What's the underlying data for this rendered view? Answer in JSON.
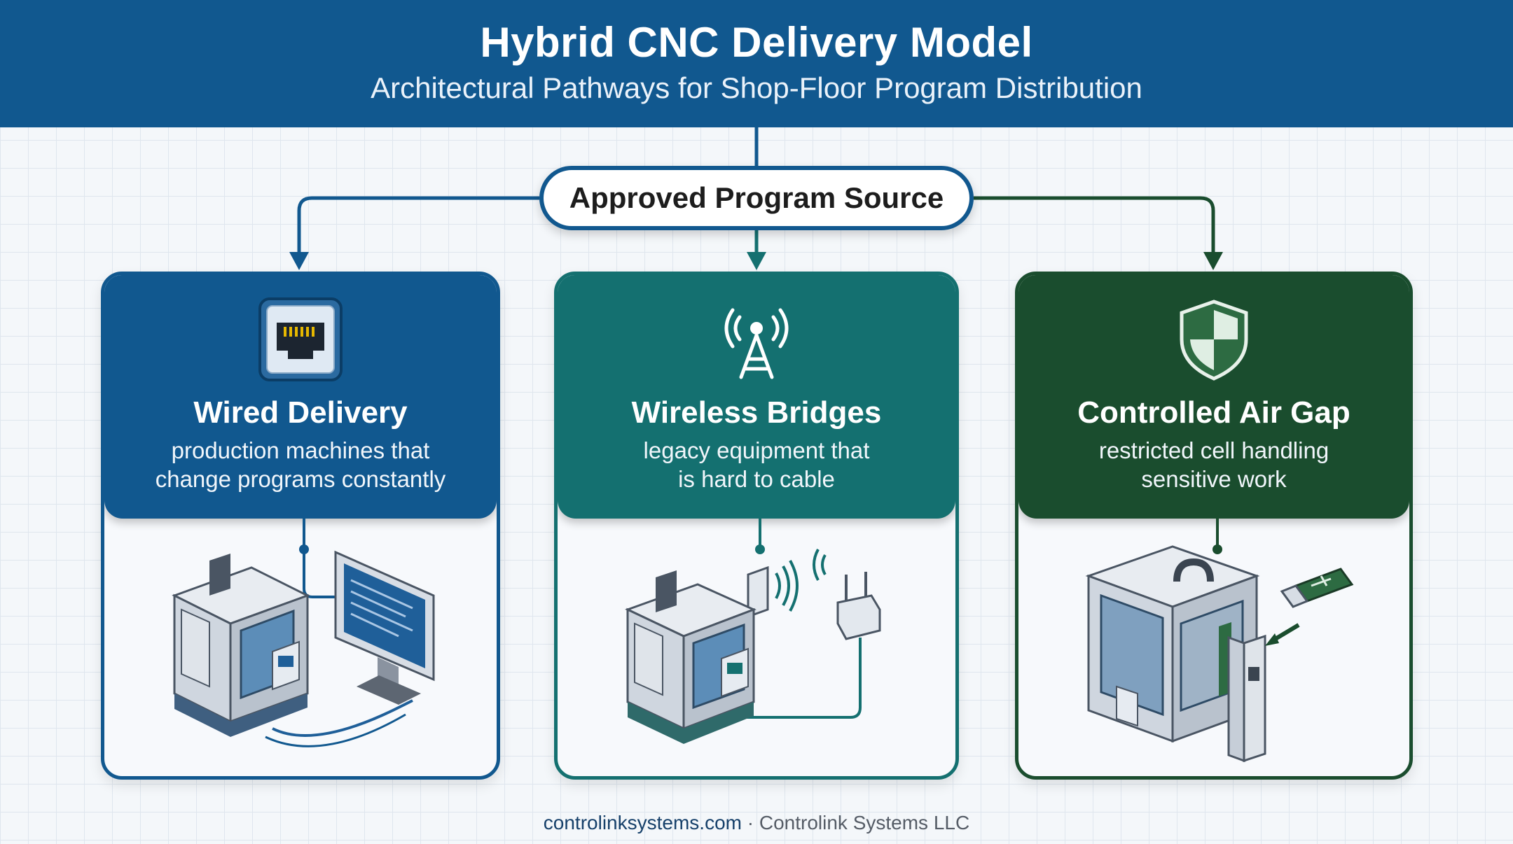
{
  "header": {
    "title": "Hybrid CNC Delivery Model",
    "subtitle": "Architectural Pathways for Shop-Floor Program Distribution"
  },
  "source": {
    "label": "Approved Program Source"
  },
  "cards": [
    {
      "title": "Wired Delivery",
      "description_lines": [
        "production machines that",
        "change programs constantly"
      ],
      "icon": "ethernet-port-icon",
      "accent": "#11588f"
    },
    {
      "title": "Wireless Bridges",
      "description_lines": [
        "legacy equipment that",
        "is hard to cable"
      ],
      "icon": "wireless-antenna-icon",
      "accent": "#147070"
    },
    {
      "title": "Controlled Air Gap",
      "description_lines": [
        "restricted cell handling",
        "sensitive work"
      ],
      "icon": "shield-icon",
      "accent": "#1a4d2e"
    }
  ],
  "footer": {
    "domain": "controlinksystems.com",
    "separator": " · ",
    "company": "Controlink Systems LLC"
  },
  "colors": {
    "header_bg": "#11588f",
    "wired": "#11588f",
    "wireless": "#147070",
    "airgap": "#1a4d2e",
    "background": "#f4f7fa"
  }
}
